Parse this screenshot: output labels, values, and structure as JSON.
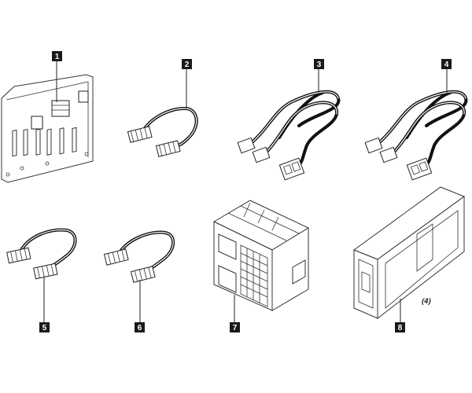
{
  "callouts": [
    {
      "id": "callout-1",
      "label": "1"
    },
    {
      "id": "callout-2",
      "label": "2"
    },
    {
      "id": "callout-3",
      "label": "3"
    },
    {
      "id": "callout-4",
      "label": "4"
    },
    {
      "id": "callout-5",
      "label": "5"
    },
    {
      "id": "callout-6",
      "label": "6"
    },
    {
      "id": "callout-7",
      "label": "7"
    },
    {
      "id": "callout-8",
      "label": "8"
    }
  ],
  "quantity_note": "(4)"
}
